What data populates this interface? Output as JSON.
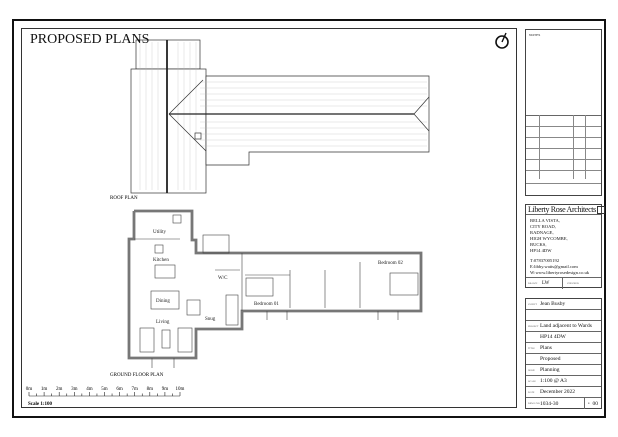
{
  "sheet": {
    "title": "PROPOSED PLANS",
    "roof_plan_label": "ROOF PLAN",
    "ground_floor_label": "GROUND FLOOR PLAN",
    "scale_label": "Scale 1:100",
    "scale_ticks": [
      "0m",
      "1m",
      "2m",
      "3m",
      "4m",
      "5m",
      "6m",
      "7m",
      "8m",
      "9m",
      "10m"
    ],
    "rooms": {
      "utility": "Utility",
      "kitchen": "Kitchen",
      "dining": "Dining",
      "living": "Living",
      "snug": "Snug",
      "wc": "W/C",
      "bedroom1": "Bedroom 01",
      "bedroom2": "Bedroom 02"
    }
  },
  "notes": {
    "label": "NOTES"
  },
  "practice": {
    "name": "Liberty Rose Architects",
    "address": [
      "BELLA VISTA,",
      "CITY ROAD,",
      "RADNAGE,",
      "HIGH WYCOMBE,",
      "BUCKS,",
      "HP14 4DW"
    ],
    "phone": "T:07837005192",
    "email": "E:libby.watts@gmail.com",
    "web": "W:www.libertyrosedesign.co.uk",
    "drawn_label": "DRAWN",
    "drawn": "LW",
    "checked_label": "CHECKED"
  },
  "title_block": {
    "client_label": "CLIENT",
    "client": "Jean Busby",
    "project_label": "PROJECT",
    "project": "Land adjacent to Wards",
    "project_line2": "HP14 4DW",
    "title_label": "TITLE",
    "title": "Plans",
    "title_line2": "Proposed",
    "issue_label": "ISSUE",
    "issue": "Planning",
    "scale_label": "SCALE",
    "scale": "1:100 @ A3",
    "date_label": "DATE",
    "date": "December 2022",
    "drawing_no_label": "DRWG NO",
    "drawing_no": "1034-30",
    "rev_label": "R",
    "rev": "00"
  }
}
